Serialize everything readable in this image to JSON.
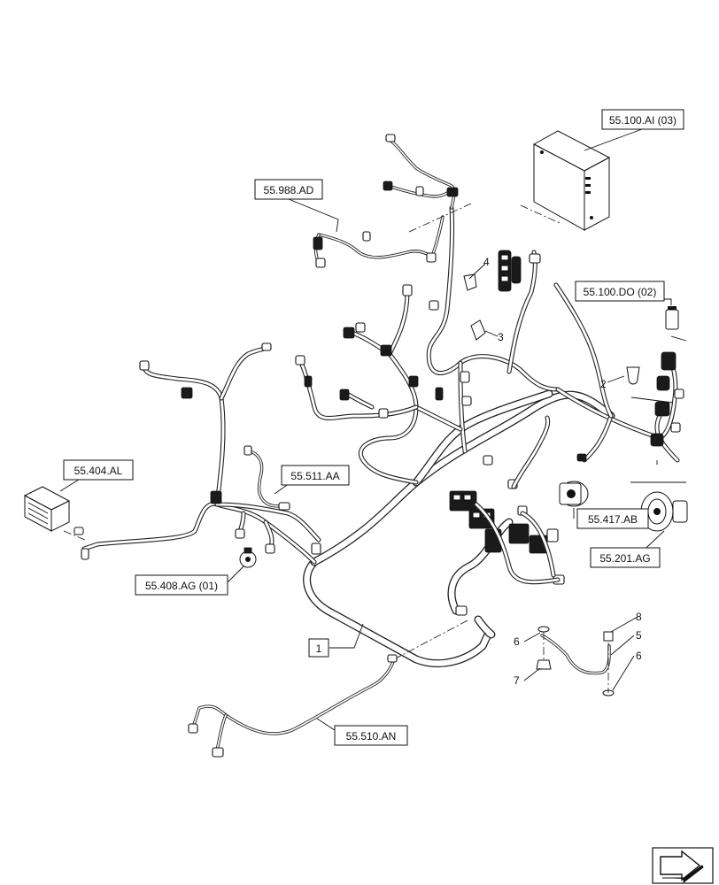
{
  "refs": {
    "ecu_upper": "55.100.AI (03)",
    "harness_upper_left": "55.988.AD",
    "ecu_small": "55.100.DO (02)",
    "lamp": "55.404.AL",
    "sensor_cable": "55.511.AA",
    "alternator": "55.417.AB",
    "starter": "55.201.AG",
    "sensor": "55.408.AG (01)",
    "lower_harness": "55.510.AN"
  },
  "items": {
    "main_harness": "1",
    "plug_2": "2",
    "plug_3": "3",
    "plug_4": "4",
    "item_5": "5",
    "item_6a": "6",
    "item_6b": "6",
    "item_7": "7",
    "item_8": "8"
  },
  "icons": {
    "nav": "next-page-arrow-icon"
  }
}
